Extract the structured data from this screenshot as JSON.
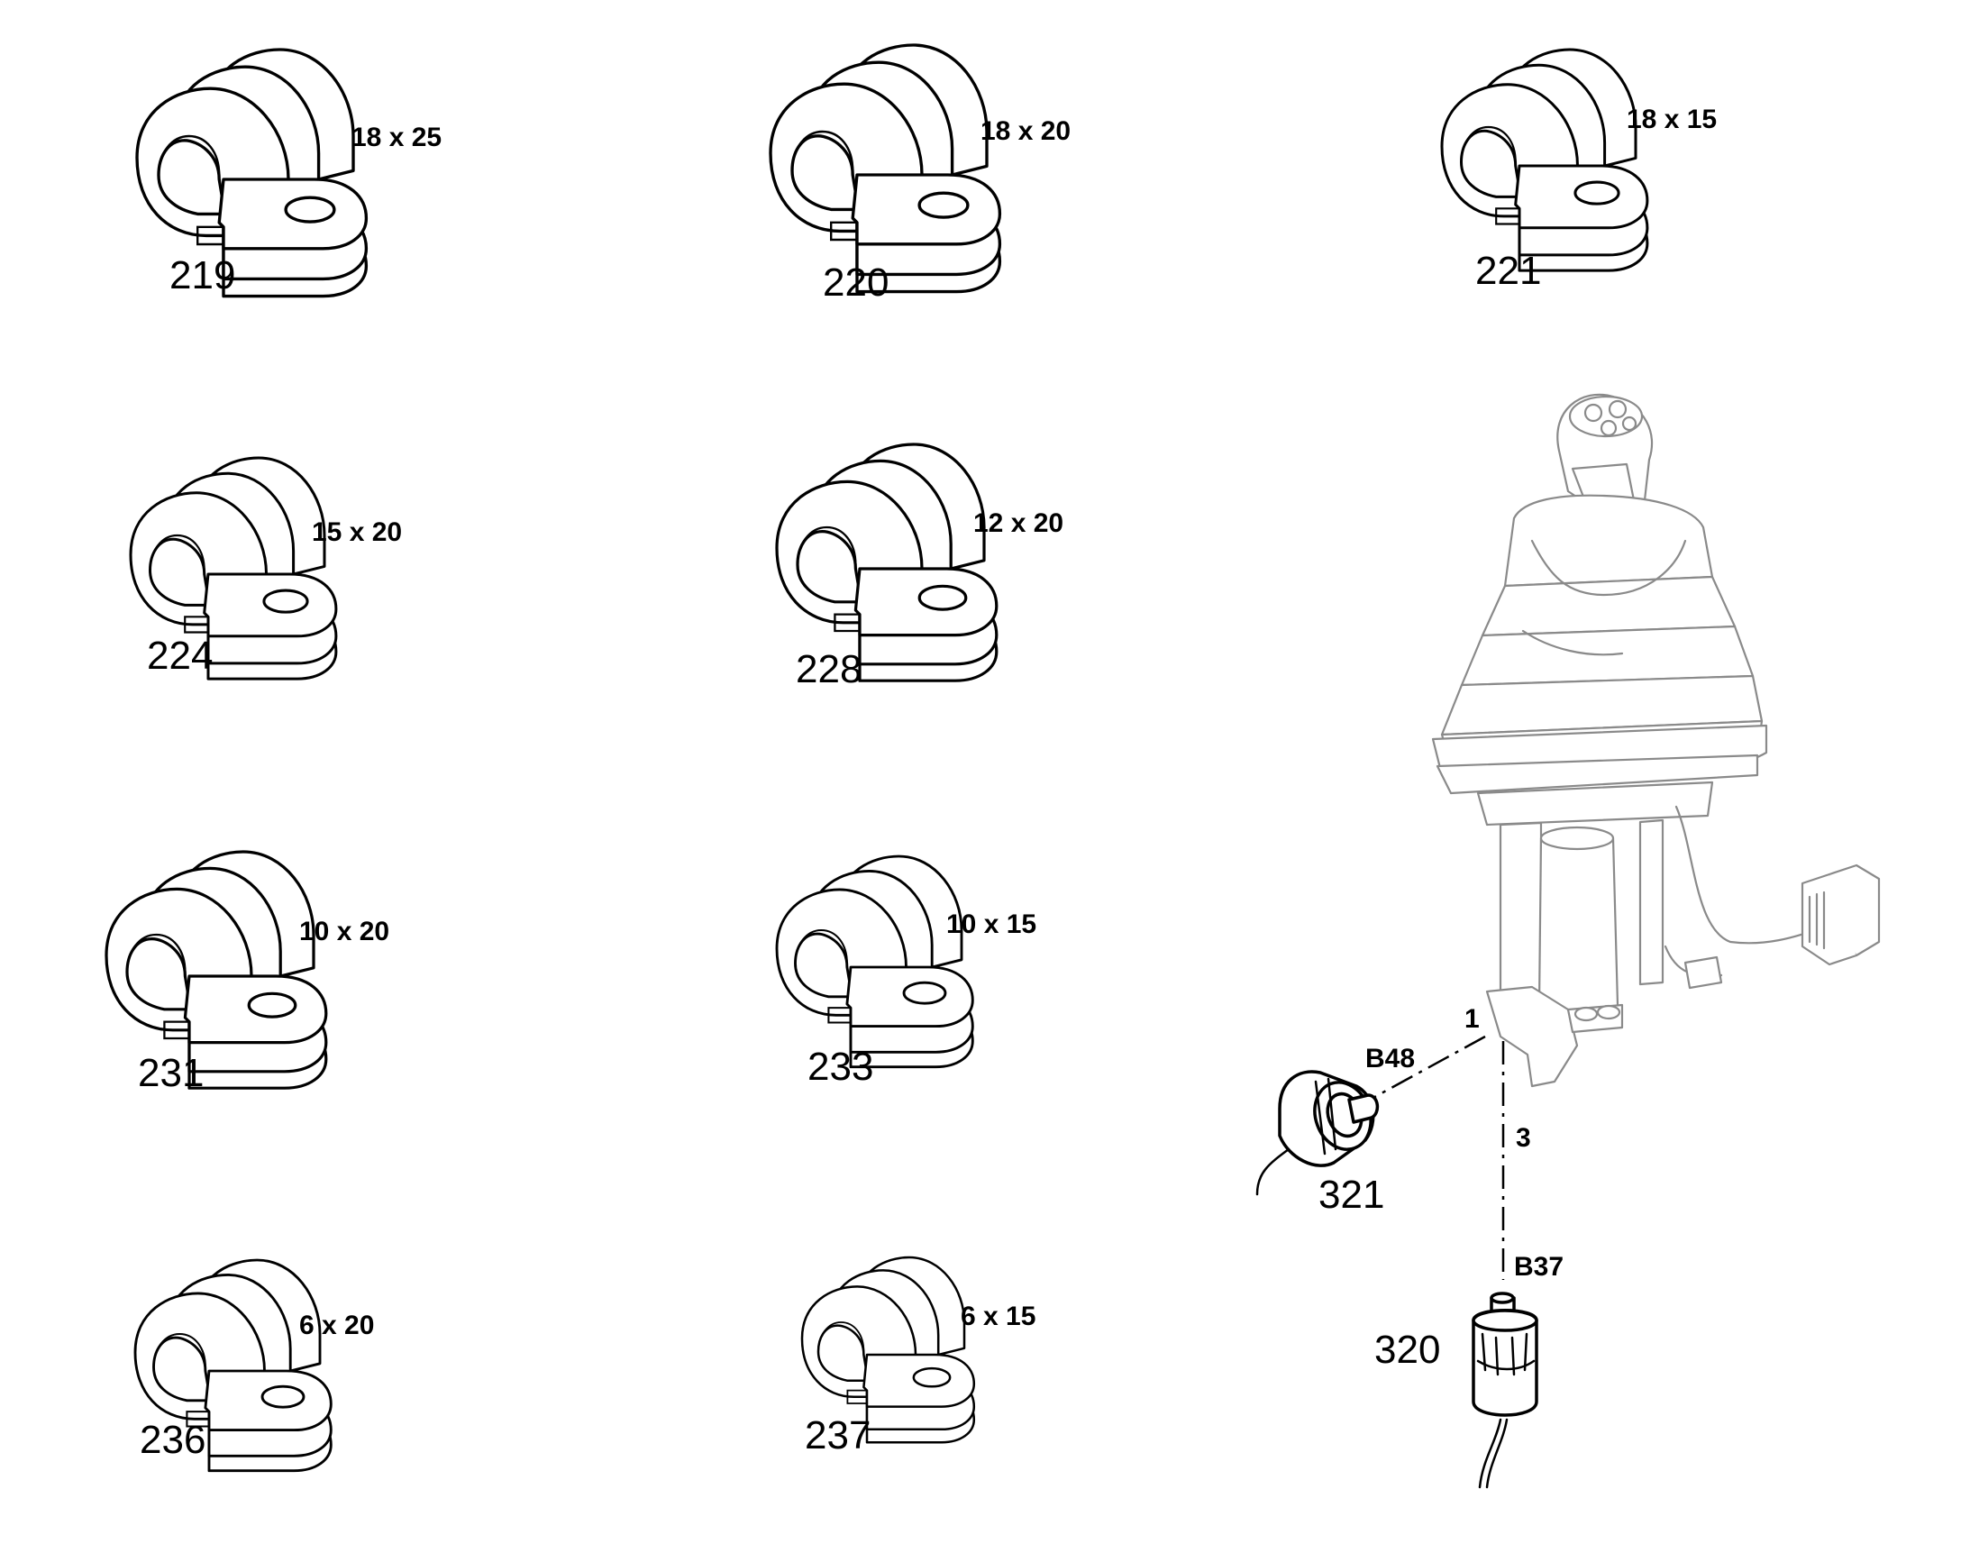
{
  "clamps": [
    {
      "id": "219",
      "size": "18 x 25"
    },
    {
      "id": "220",
      "size": "18 x 20"
    },
    {
      "id": "221",
      "size": "18 x 15"
    },
    {
      "id": "224",
      "size": "15 x 20"
    },
    {
      "id": "228",
      "size": "12 x 20"
    },
    {
      "id": "231",
      "size": "10 x 20"
    },
    {
      "id": "233",
      "size": "10 x 15"
    },
    {
      "id": "236",
      "size": "6 x 20"
    },
    {
      "id": "237",
      "size": "6 x 15"
    }
  ],
  "joystick": {
    "connector_1": "1",
    "connector_3": "3",
    "sensor_b48": {
      "code": "B48",
      "id": "321"
    },
    "sensor_b37": {
      "code": "B37",
      "id": "320"
    }
  }
}
